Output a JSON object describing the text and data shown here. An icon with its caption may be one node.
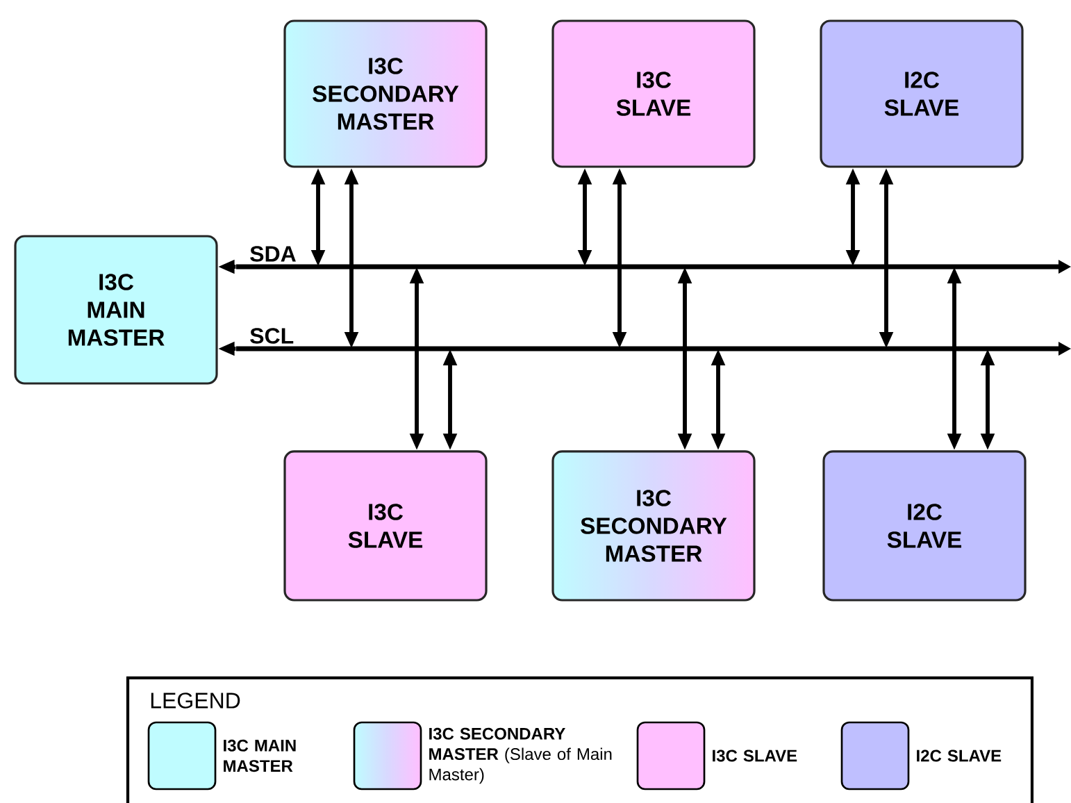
{
  "diagram": {
    "nodes": [
      {
        "text": [
          "I3C MAIN MASTER"
        ]
      },
      {
        "text": [
          "I3C SECONDARY MASTER"
        ]
      },
      {
        "text": [
          "I3C SLAVE"
        ]
      },
      {
        "text": [
          "I2C SLAVE"
        ]
      },
      {
        "text": [
          "I3C SLAVE"
        ]
      },
      {
        "text": [
          "I3C SECONDARY MASTER"
        ]
      },
      {
        "text": [
          "I2C SLAVE"
        ]
      },
      {
        "text": [],
        "shape": "bar",
        "beside": [
          "SDA"
        ]
      },
      {
        "text": [],
        "shape": "bar",
        "beside": [
          "SCL"
        ]
      }
    ],
    "edges": [
      {
        "from": 7,
        "to": 0,
        "arrow": "to"
      },
      {
        "from": 8,
        "to": 0,
        "arrow": "to"
      },
      {
        "from": 1,
        "to": 7,
        "arrow": "both"
      },
      {
        "from": 1,
        "to": 8,
        "arrow": "both"
      },
      {
        "from": 2,
        "to": 7,
        "arrow": "both"
      },
      {
        "from": 2,
        "to": 8,
        "arrow": "both"
      },
      {
        "from": 3,
        "to": 7,
        "arrow": "both"
      },
      {
        "from": 3,
        "to": 8,
        "arrow": "both"
      },
      {
        "from": 7,
        "to": 4,
        "arrow": "both"
      },
      {
        "from": 8,
        "to": 4,
        "arrow": "both"
      },
      {
        "from": 7,
        "to": 5,
        "arrow": "both"
      },
      {
        "from": 8,
        "to": 5,
        "arrow": "both"
      },
      {
        "from": 7,
        "to": 6,
        "arrow": "both"
      },
      {
        "from": 8,
        "to": 6,
        "arrow": "both"
      }
    ],
    "labels": [
      "LEGEND"
    ],
    "legend": [
      {
        "text": "I3C MAIN MASTER",
        "color": "#bffcff"
      },
      {
        "text": "**I3C SECONDARY MASTER** (Slave of Main Master)"
      },
      {
        "text": "I3C SLAVE",
        "color": "#ffbfff"
      },
      {
        "text": "I2C SLAVE",
        "color": "#bfbfff"
      }
    ]
  }
}
